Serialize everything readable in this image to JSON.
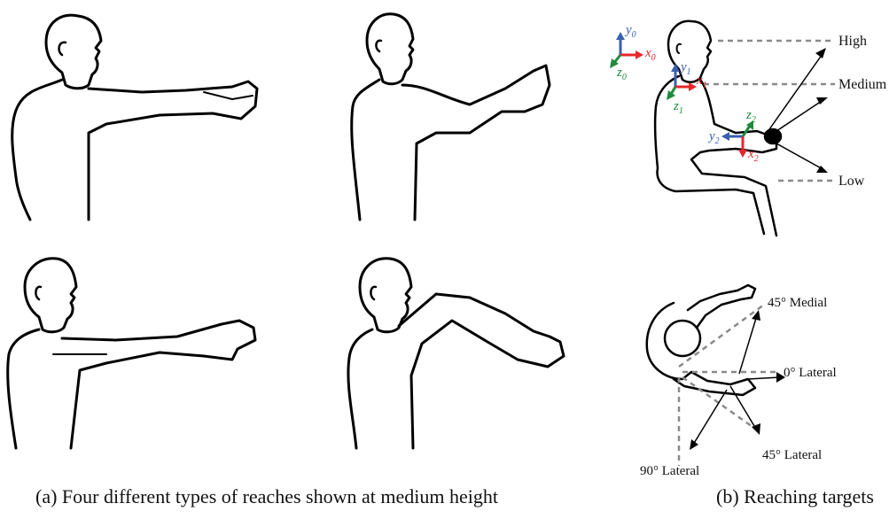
{
  "captions": {
    "a": "(a) Four different types of reaches shown at medium height",
    "b": "(b) Reaching targets"
  },
  "side_view": {
    "height_labels": {
      "high": "High",
      "medium": "Medium",
      "low": "Low"
    },
    "frames": {
      "f0": {
        "x": "x",
        "y": "y",
        "z": "z",
        "sub": "0"
      },
      "f1": {
        "x": "x",
        "y": "y",
        "z": "z",
        "sub": "1"
      },
      "f2": {
        "x": "x",
        "y": "y",
        "z": "z",
        "sub": "2"
      }
    }
  },
  "top_view": {
    "labels": {
      "medial45": "45° Medial",
      "lateral0": "0° Lateral",
      "lateral45": "45° Lateral",
      "lateral90": "90° Lateral"
    }
  },
  "colors": {
    "x_axis": "#e8262b",
    "y_axis": "#3a5fb0",
    "z_axis": "#1f8a3b",
    "dashed_line": "#8a8a8a",
    "figure_stroke": "#000000"
  }
}
